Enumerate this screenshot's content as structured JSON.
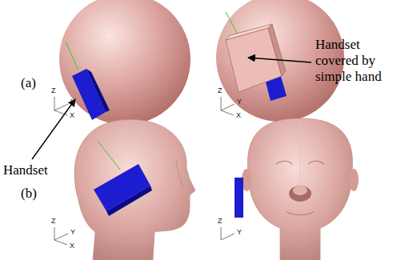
{
  "diagram": {
    "labels": [
      "(a)",
      "Handset covered by simple hand",
      "Handset",
      "(b)",
      "Z",
      "Y",
      "X",
      "Z",
      "Y",
      "X",
      "Z",
      "Y",
      "X",
      "Z",
      "Y"
    ]
  }
}
